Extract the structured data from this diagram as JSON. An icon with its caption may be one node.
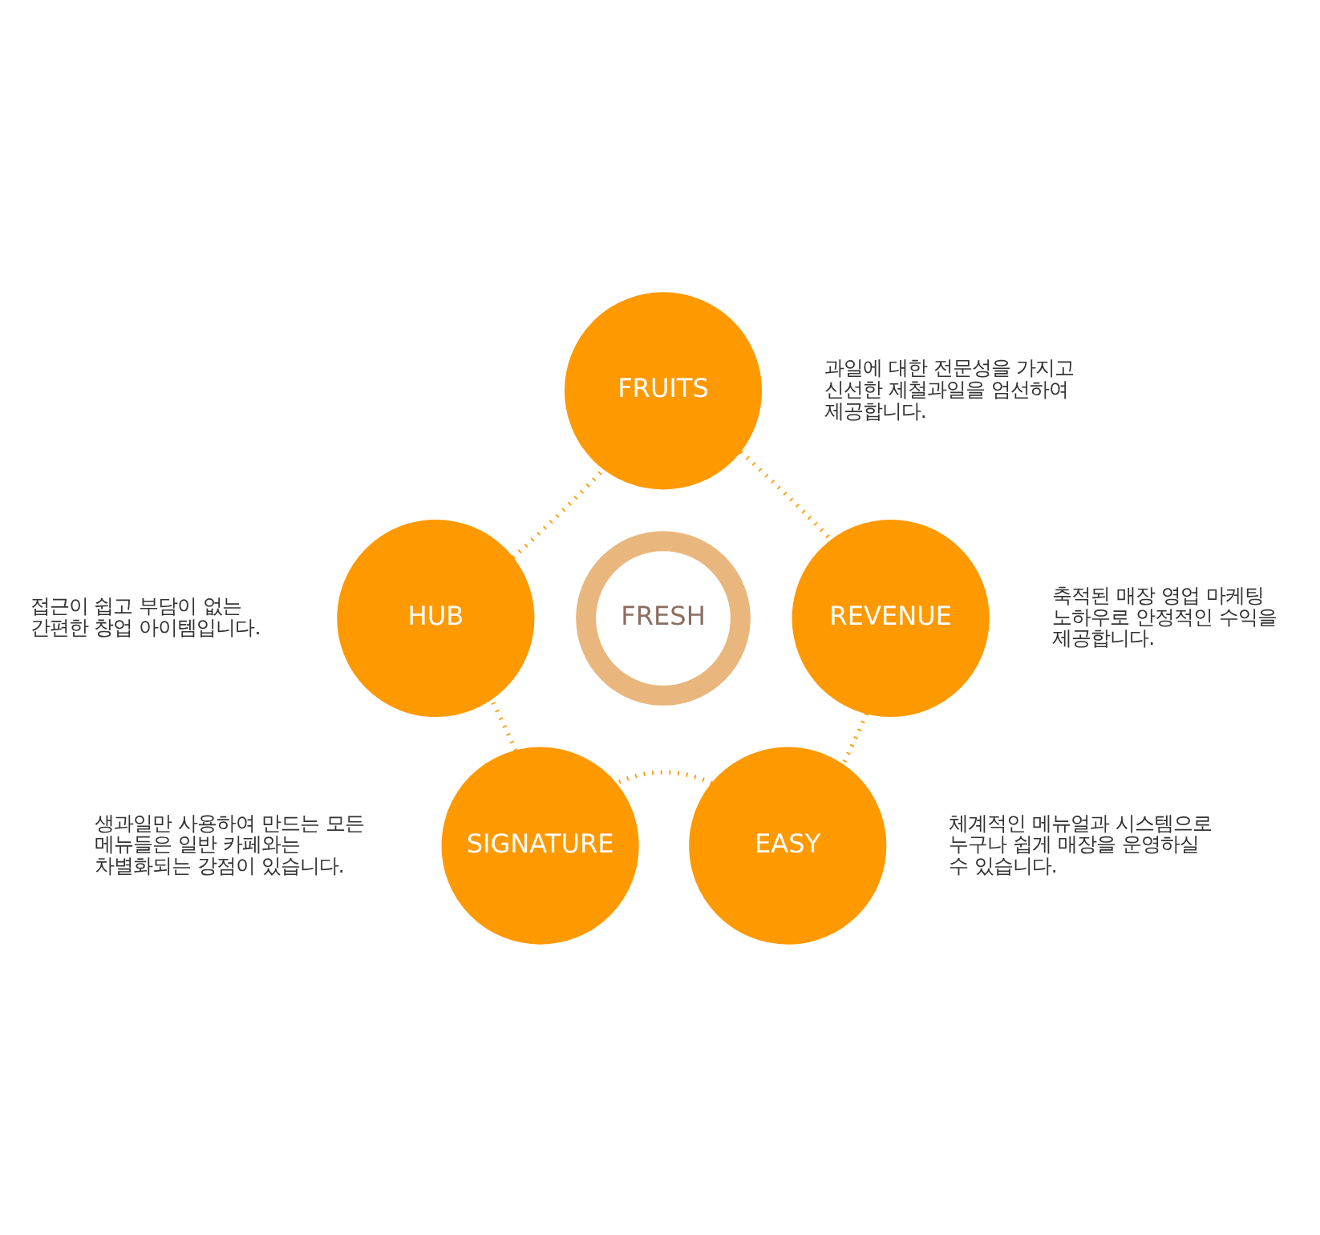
{
  "diagram": {
    "nodes": [
      {
        "text": [
          "FRUITS"
        ],
        "beside": [
          "과일에 대한 전문성을 가지고 신선한 제철과일을 엄선하여 제공합니다."
        ]
      },
      {
        "text": [
          "REVENUE"
        ],
        "beside": [
          "축적된 매장 영업 마케팅 노하우로 안정적인 수익을 제공합니다."
        ]
      },
      {
        "text": [
          "EASY"
        ],
        "beside": [
          "체계적인 메뉴얼과 시스템으로 누구나 쉽게 매장을 운영하실 수 있습니다."
        ]
      },
      {
        "text": [
          "SIGNATURE"
        ],
        "beside": [
          "생과일만 사용하여 만드는 모든 메뉴들은 일반 카페와는 차별화되는 강점이 있습니다."
        ]
      },
      {
        "text": [
          "HUB"
        ],
        "beside": [
          "접근이 쉽고 부담이 없는 간편한 창업 아이템입니다."
        ]
      },
      {
        "text": [
          "FRESH"
        ]
      }
    ],
    "edges": [
      {
        "from": 0,
        "to": 1,
        "arrow": "none"
      },
      {
        "from": 1,
        "to": 2,
        "arrow": "none"
      },
      {
        "from": 2,
        "to": 3,
        "arrow": "none"
      },
      {
        "from": 3,
        "to": 4,
        "arrow": "none"
      },
      {
        "from": 4,
        "to": 0,
        "arrow": "none"
      }
    ]
  }
}
